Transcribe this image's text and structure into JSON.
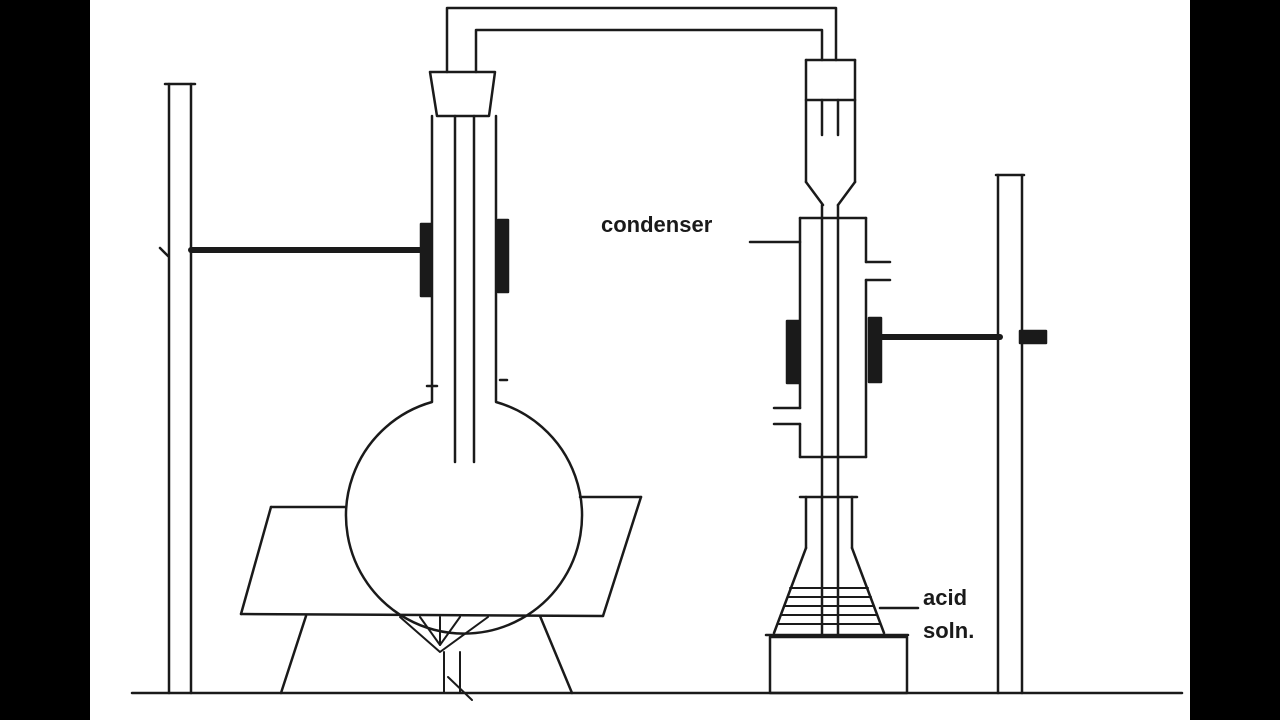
{
  "diagram": {
    "labels": {
      "condenser": "condenser",
      "acid_line1": "acid",
      "acid_line2": "soln."
    },
    "colors": {
      "background": "#ffffff",
      "ink": "#1a1a1a",
      "frame": "#000000"
    }
  }
}
